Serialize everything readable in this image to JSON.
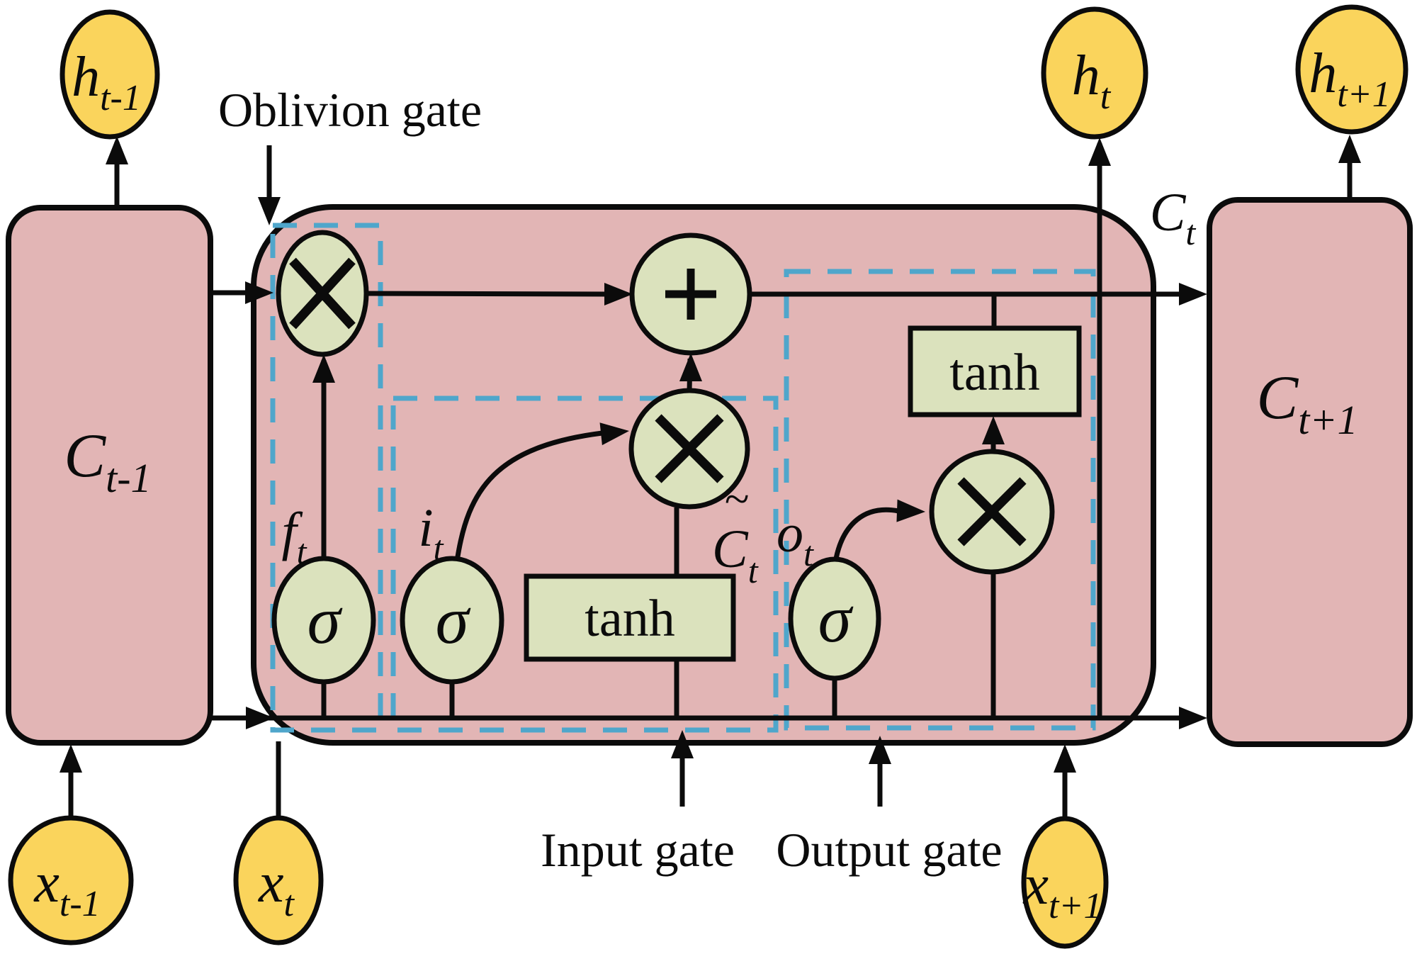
{
  "colors": {
    "pink": "#E2B5B5",
    "green": "#DBE2BD",
    "yellow": "#FAD45C",
    "blue": "#4FA6CB",
    "line": "#0B0B0B",
    "bg": "#FFFFFF"
  },
  "diagram": {
    "type": "LSTM cell",
    "gates": {
      "oblivion": "Oblivion gate",
      "input": "Input gate",
      "output": "Output gate"
    },
    "nodes": {
      "h_prev": {
        "main": "h",
        "sub": "t-1"
      },
      "h_t": {
        "main": "h",
        "sub": "t"
      },
      "h_next": {
        "main": "h",
        "sub": "t+1"
      },
      "x_prev": {
        "main": "x",
        "sub": "t-1"
      },
      "x_t": {
        "main": "x",
        "sub": "t"
      },
      "x_next": {
        "main": "x",
        "sub": "t+1"
      }
    },
    "cells": {
      "prev": {
        "main": "C",
        "sub": "t-1"
      },
      "next": {
        "main": "C",
        "sub": "t+1"
      }
    },
    "signals": {
      "c_t": {
        "main": "C",
        "sub": "t"
      },
      "f_t": {
        "main": "f",
        "sub": "t"
      },
      "i_t": {
        "main": "i",
        "sub": "t"
      },
      "c_tilde": {
        "main": "C",
        "tilde": "~",
        "sub": "t"
      },
      "o_t": {
        "main": "o",
        "sub": "t"
      }
    },
    "operators": {
      "sigma": "σ",
      "tanh": "tanh",
      "multiply": "×",
      "add": "+"
    }
  }
}
